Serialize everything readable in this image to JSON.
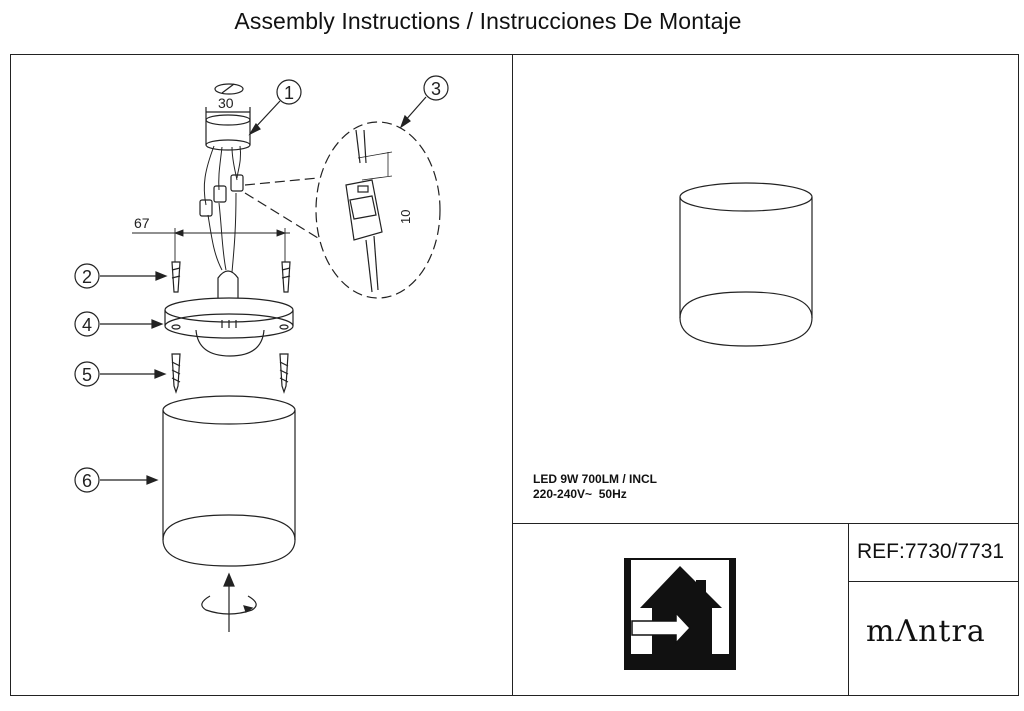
{
  "header": {
    "title": "Assembly Instructions / Instrucciones De Montaje"
  },
  "diagram": {
    "dim_hole": "30",
    "dim_spacing": "67",
    "dim_strip": "10",
    "callouts": [
      "1",
      "2",
      "3",
      "4",
      "5",
      "6"
    ]
  },
  "specs": {
    "line1": "LED 9W 700LM / INCL",
    "line2": "220-240V~  50Hz"
  },
  "info": {
    "ref": "REF:7730/7731",
    "brand": "mΛntra"
  },
  "icons": {
    "indoor": "indoor-use-house-icon"
  }
}
